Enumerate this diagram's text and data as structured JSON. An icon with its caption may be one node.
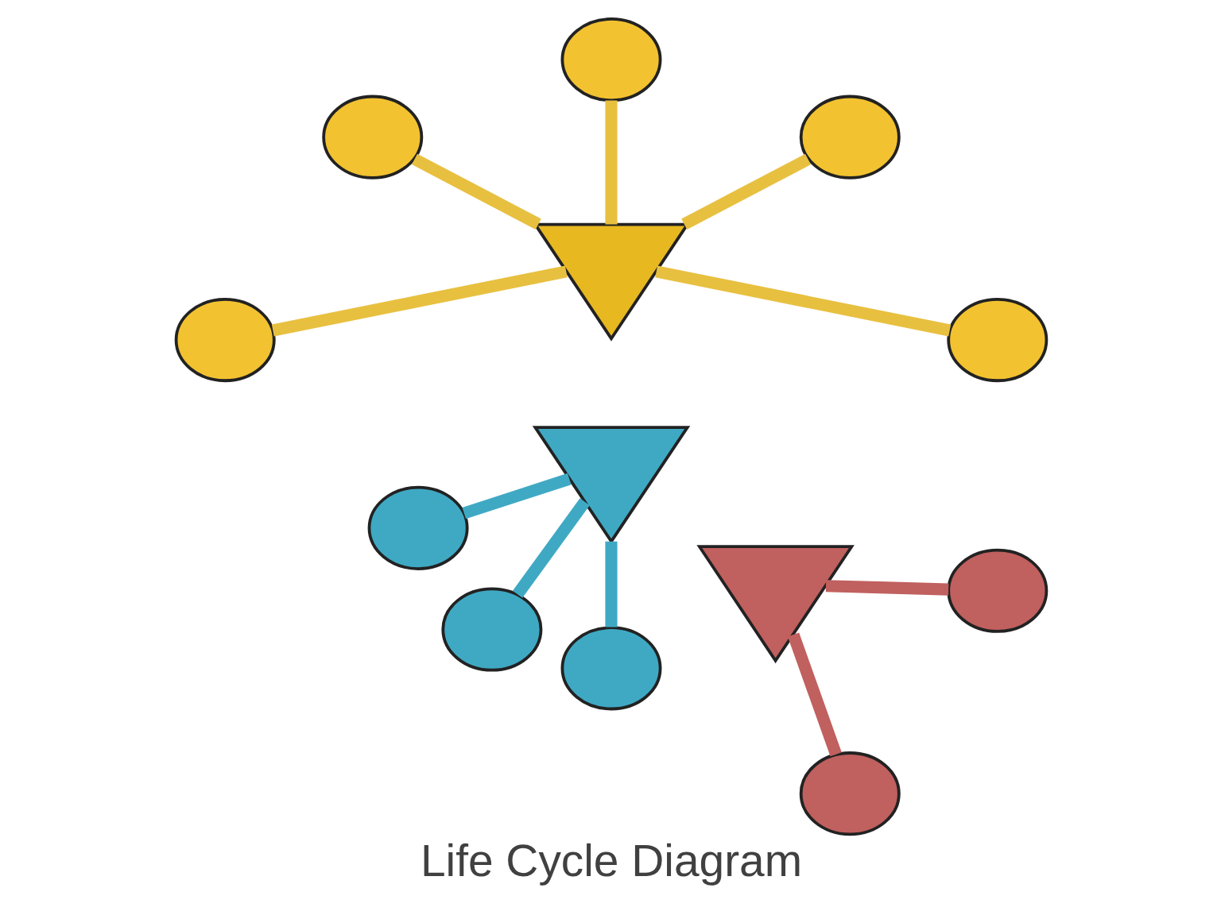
{
  "diagram": {
    "title": "Life Cycle Diagram",
    "nodes": [
      {
        "text": [],
        "shape": "wedge"
      },
      {
        "text": [],
        "shape": "wedge"
      },
      {
        "text": [],
        "shape": "wedge"
      },
      {
        "text": [],
        "shape": "circle"
      },
      {
        "text": [],
        "shape": "circle"
      },
      {
        "text": [],
        "shape": "circle"
      },
      {
        "text": [],
        "shape": "circle"
      },
      {
        "text": [],
        "shape": "circle"
      },
      {
        "text": [],
        "shape": "circle"
      },
      {
        "text": [],
        "shape": "circle"
      },
      {
        "text": [],
        "shape": "circle"
      },
      {
        "text": [],
        "shape": "circle"
      },
      {
        "text": [],
        "shape": "circle"
      }
    ],
    "edges": [
      {
        "from": 1,
        "to": 3,
        "arrow": "none",
        "color": "#3fa9c4"
      },
      {
        "from": 1,
        "to": 4,
        "arrow": "none",
        "color": "#3fa9c4"
      },
      {
        "from": 1,
        "to": 5,
        "arrow": "none",
        "color": "#3fa9c4"
      },
      {
        "from": 2,
        "to": 6,
        "arrow": "none"
      },
      {
        "from": 2,
        "to": 7,
        "arrow": "none"
      },
      {
        "from": 2,
        "to": 8,
        "arrow": "none"
      },
      {
        "from": 2,
        "to": 9,
        "arrow": "none"
      },
      {
        "from": 2,
        "to": 10,
        "arrow": "none"
      },
      {
        "from": 0,
        "to": 11,
        "arrow": "none",
        "color": "#c0605f"
      },
      {
        "from": 0,
        "to": 12,
        "arrow": "none",
        "color": "#c0605f"
      }
    ]
  }
}
